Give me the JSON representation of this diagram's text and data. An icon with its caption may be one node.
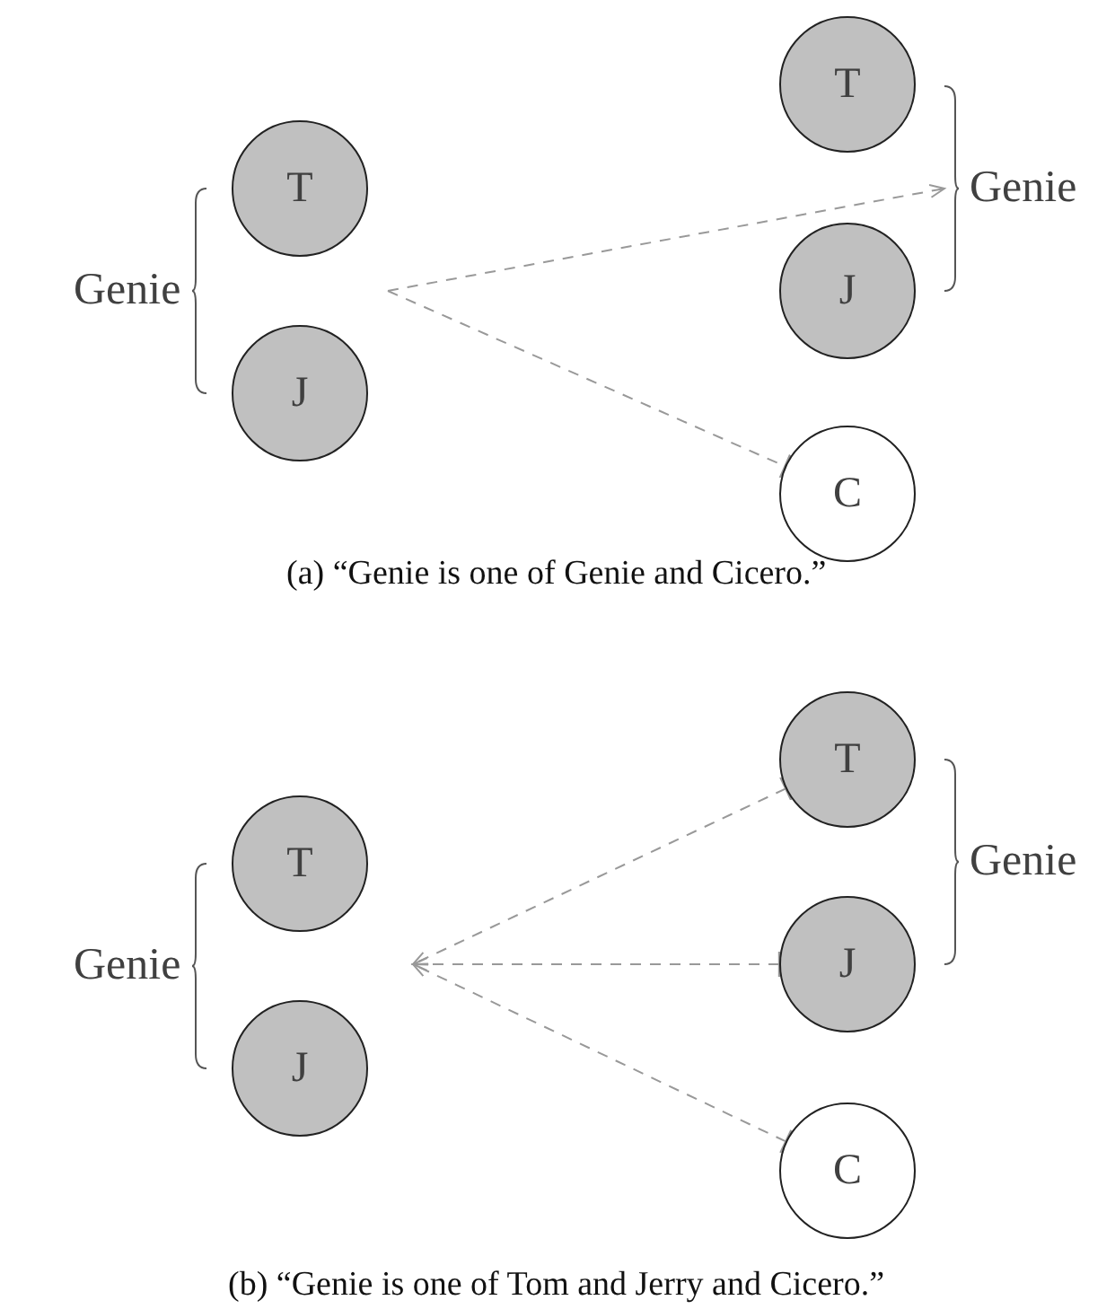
{
  "diagram": {
    "nodes": [
      {
        "text": [
          "T"
        ]
      },
      {
        "text": [
          "J"
        ]
      },
      {
        "text": [
          "T"
        ]
      },
      {
        "text": [
          "J"
        ]
      },
      {
        "text": [
          "C"
        ]
      },
      {
        "text": [
          "Genie"
        ]
      },
      {
        "text": [
          "T"
        ]
      },
      {
        "text": [
          "J"
        ]
      },
      {
        "text": [
          "T"
        ]
      },
      {
        "text": [
          "J"
        ]
      },
      {
        "text": [
          "C"
        ]
      }
    ],
    "edges": [
      {
        "from": null,
        "to": 5,
        "arrow": "to",
        "style": "dashed"
      },
      {
        "from": null,
        "to": 4,
        "arrow": "other",
        "style": "dashed"
      },
      {
        "from": 8,
        "to": null,
        "arrow": "to",
        "style": "dashed"
      },
      {
        "from": 9,
        "to": null,
        "arrow": "to",
        "style": "dashed"
      },
      {
        "from": 10,
        "to": null,
        "arrow": "to",
        "style": "dashed"
      }
    ],
    "labels": [
      "Genie",
      "(a) “Genie is one of Genie and Cicero.”",
      "Genie",
      "Genie",
      "(b) “Genie is one of Tom and Jerry and Cicero.”"
    ]
  }
}
